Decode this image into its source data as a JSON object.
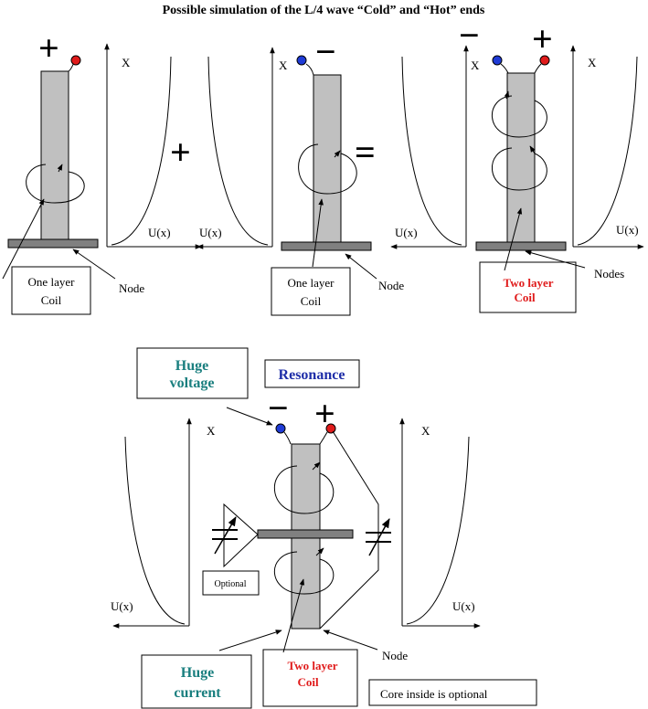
{
  "title": "Possible simulation of the L/4 wave “Cold” and “Hot” ends",
  "signs": {
    "plus": "+",
    "minus": "−",
    "equals": "="
  },
  "axes": {
    "x": "X",
    "u": "U(x)"
  },
  "labels": {
    "one_layer_coil": [
      "One layer",
      "Coil"
    ],
    "two_layer_coil": [
      "Two layer",
      "Coil"
    ],
    "node": "Node",
    "nodes": "Nodes",
    "huge_voltage": [
      "Huge",
      "voltage"
    ],
    "resonance": "Resonance",
    "huge_current": [
      "Huge",
      "current"
    ],
    "optional": "Optional",
    "core_inside": "Core inside is optional"
  },
  "colors": {
    "terminal_plus": "#e01b1b",
    "terminal_minus": "#1f3bd6",
    "coil_fill": "#c0c0c0",
    "plate_fill": "#808080",
    "two_layer_text": "#e01b1b",
    "huge_text": "#1a7f7f",
    "resonance_text": "#1f2ea8"
  }
}
